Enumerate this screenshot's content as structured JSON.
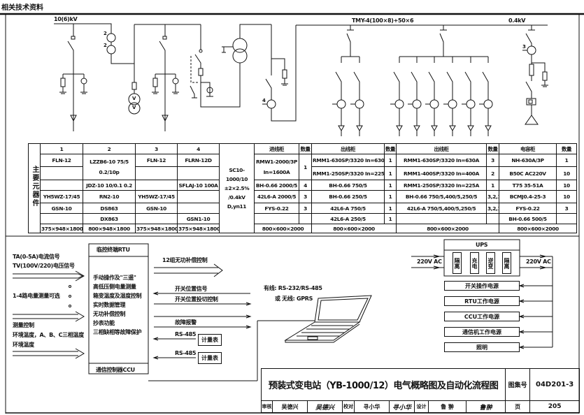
{
  "header_title": "相关技术资料",
  "single_line": {
    "hv_bus_label": "10(6)kV",
    "lv_bus_label": "TMY-4(100×8)+50×6",
    "lv_voltage_label": "0.4kV",
    "ct_labels": [
      "2",
      "2",
      "4",
      "3"
    ],
    "pt_labels": [
      "V",
      "V"
    ]
  },
  "components_table": {
    "side_label": "主要元器件",
    "header": [
      "1",
      "2",
      "3",
      "4",
      "进线柜",
      "数量",
      "出线柜",
      "数量",
      "出线柜",
      "数量",
      "电容柜",
      "数量"
    ],
    "transformer": [
      "SC10-1000/10",
      "±2×2.5%",
      "/0.4kV",
      "D,yn11"
    ],
    "rows": [
      [
        "FLN-12",
        "LZZB6-10 75/5 0.2/10p",
        "FLN-12",
        "FLRN-12D",
        "RMW1-2000/3P In=1600A",
        "1",
        "RMM1-630SP/3320  In=630A",
        "1",
        "RMM1-630SP/3320  In=630A",
        "3",
        "NH-630A/3P",
        "1"
      ],
      [
        "",
        null,
        "",
        "",
        null,
        null,
        "RMM1-250SP/3320  In=225A",
        "1",
        "RMM1-400SP/3320  In=400A",
        "2",
        "B50C  AC220V",
        "10"
      ],
      [
        "",
        "JDZ-10 10/0.1 0.2",
        "",
        "SFLAJ-10 100A",
        "BH-0.66 2000/5",
        "4",
        "BH-0.66  750/5",
        "1",
        "RMM1-250SP/3320  In=225A",
        "1",
        "T75  35-51A",
        "10"
      ],
      [
        "YH5WZ-17/45",
        "RN2-10",
        "YH5WZ-17/45",
        "",
        "42L6-A 2000/5",
        "3",
        "BH-0.66  250/5",
        "1",
        "BH-0.66  750/5,400/5,250/5",
        "3,2,1",
        "BCMJ0.4-25-3",
        "10"
      ],
      [
        "GSN-10",
        "DS863",
        "GSN-10",
        "",
        "FYS-0.22",
        "3",
        "42L6-A  750/5",
        "1",
        "42L6-A  750/5,400/5,250/5",
        "3,2,1",
        "FYS-0.22",
        "3"
      ],
      [
        "",
        "DX863",
        "",
        "GSN1-10",
        "",
        "",
        "42L6-A  250/5",
        "1",
        "",
        "",
        "BH-0.66  500/5",
        ""
      ]
    ],
    "dims": [
      "375×948×1800",
      "800×948×1800",
      "375×948×1800",
      "375×948×1800",
      "800×600×2000",
      "800×600×2000",
      "800×600×2000",
      "800×600×2000"
    ]
  },
  "inputs": {
    "signal_1": "TA(0-5A)电流信号",
    "signal_2": "TV(100V/220)电压信号",
    "optional": "1-4路电量测量可选",
    "measure_1": "测量控制",
    "measure_2": "环境温度，A、B、C三相温度",
    "measure_3": "环境温度"
  },
  "rtu": {
    "title": "临控终端RTU",
    "functions": [
      "手动操作及\"三遥\"",
      "高低压侧电量测量",
      "箱变温度及湿度控制",
      "实时数据管理",
      "无功补偿控制",
      "抄表功能",
      "三相缺相等故障保护"
    ],
    "footer": "通信控制器CCU"
  },
  "outputs": {
    "reactive": "12组无功补偿控制",
    "switch_signal": "开关位置信号",
    "switch_control": "开关位置投切控制",
    "fault": "故障报警",
    "rs485_1": "RS-485",
    "rs485_2": "RS-485",
    "meter_1": "计量表",
    "meter_2": "计量表"
  },
  "comm": {
    "wired": "有线: RS-232/RS-485",
    "wireless": "或 无线: GPRS"
  },
  "ups": {
    "title": "UPS",
    "stages": [
      "隔离",
      "充电",
      "逆变",
      "隔离"
    ],
    "in_label": "220V  AC",
    "out_label": "220V  AC",
    "loads": [
      "开关操作电源",
      "RTU工作电源",
      "CCU工作电源",
      "通信机工作电源",
      "照明"
    ]
  },
  "title_block": {
    "title": "预装式变电站（YB-1000/12）电气概略图及自动化流程图",
    "atlas_label": "图集号",
    "atlas_no": "04D201-3",
    "review_label": "审核",
    "reviewer": "吴德兴",
    "reviewer_sig": "吴德兴",
    "check_label": "校对",
    "checker": "寻小华",
    "checker_sig": "寻小华",
    "design_label": "设计",
    "designer": "鲁 翀",
    "designer_sig": "鲁翀",
    "page_label": "页",
    "page_no": "205"
  }
}
